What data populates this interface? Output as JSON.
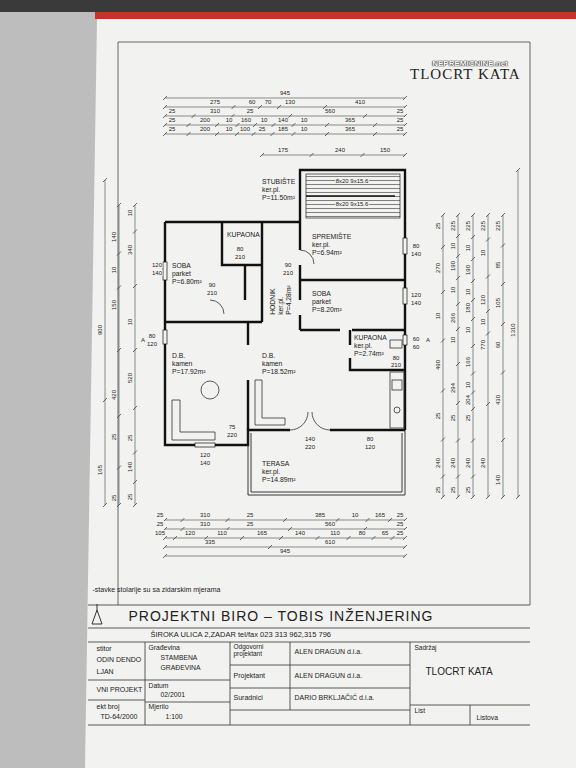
{
  "diagram": {
    "title": "TLOCRT KATA",
    "nodes": [
      {
        "text": [
          "STUBIŠTE ker.pl. P=11.50m²"
        ]
      },
      {
        "text": [
          "KUPAONA"
        ]
      },
      {
        "text": [
          "SPREMIŠTE ker.pl. P=6.94m²"
        ]
      },
      {
        "text": [
          "SOBA parket P=6.80m²"
        ]
      },
      {
        "text": [
          "HODNIK ker.pl. P=4.28m²"
        ]
      },
      {
        "text": [
          "SOBA parket P=8.20m²"
        ]
      },
      {
        "text": [
          "KUPAONA ker.pl. P=2.74m²"
        ]
      },
      {
        "text": [
          "D.B. kamen P=17.92m²"
        ]
      },
      {
        "text": [
          "D.B. kamen P=18.52m²"
        ]
      },
      {
        "text": [
          "TERASA ker.pl. P=14.89m²"
        ]
      }
    ],
    "labels": [
      "NEPREMICNINE.net",
      "945",
      "275",
      "60",
      "70",
      "130",
      "410",
      "25",
      "310",
      "25",
      "560",
      "25",
      "25",
      "200",
      "10",
      "160",
      "10",
      "140",
      "10",
      "365",
      "25",
      "25",
      "200",
      "10",
      "100",
      "25",
      "185",
      "10",
      "365",
      "25",
      "175",
      "240",
      "150",
      "8x20 9x15.6",
      "8x20 9x15.6",
      "120",
      "140",
      "80",
      "120",
      "A",
      "A",
      "90",
      "210",
      "80",
      "210",
      "90",
      "210",
      "80",
      "140",
      "120",
      "140",
      "60",
      "60",
      "80",
      "210",
      "75",
      "220",
      "140",
      "220",
      "80",
      "120",
      "120",
      "140",
      "25",
      "310",
      "25",
      "385",
      "10",
      "165",
      "25",
      "25",
      "310",
      "25",
      "560",
      "25",
      "105",
      "120",
      "110",
      "165",
      "140",
      "110",
      "80",
      "65",
      "25",
      "335",
      "610",
      "945",
      "900",
      "165",
      "140",
      "10",
      "150",
      "420",
      "25",
      "25",
      "10",
      "340",
      "10",
      "520",
      "25",
      "140",
      "25",
      "25",
      "270",
      "10",
      "490",
      "25",
      "240",
      "25",
      "225",
      "10",
      "190",
      "10",
      "266",
      "10",
      "294",
      "25",
      "240",
      "25",
      "225",
      "10",
      "190",
      "10",
      "180",
      "10",
      "166",
      "10",
      "204",
      "25",
      "240",
      "25",
      "225",
      "10",
      "120",
      "10",
      "770",
      "240",
      "225",
      "85",
      "105",
      "60",
      "430",
      "140",
      "1310",
      "-stavke stolarije su sa zidarskim mjerama",
      "PROJEKTNI BIRO – TOBIS INŽENJERING",
      "ŠIROKA ULICA 2,ZADAR tel/fax 023 313 962,315 796",
      "stitor",
      "ODIN DENDO",
      "LJAN",
      "VNI PROJEKT",
      "ekt broj",
      "TD-64/2000",
      "Građevina",
      "STAMBENA",
      "GRAĐEVINA",
      "Datum",
      "02/2001",
      "Mjerilo",
      "1:100",
      "Odgovorni projektant",
      "ALEN DRAGUN d.i.a.",
      "Projektant",
      "ALEN DRAGUN d.i.a.",
      "Suradnici",
      "DARIO BRKLJAČIĆ d.i.a.",
      "Sadržaj",
      "TLOCRT KATA",
      "List",
      "Listova"
    ]
  }
}
